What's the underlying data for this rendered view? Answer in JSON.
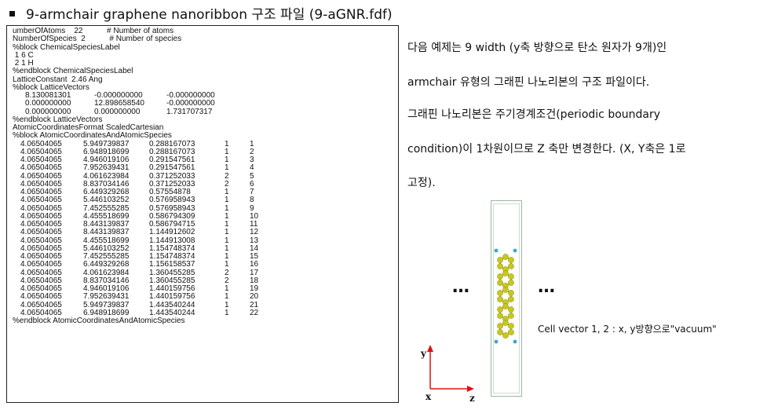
{
  "heading": "9-armchair graphene nanoribbon 구조 파일 (9-aGNR.fdf)",
  "fdf": {
    "header_lines": [
      "umberOfAtoms    22           # Number of atoms",
      "NumberOfSpecies  2           # Number of species",
      "%block ChemicalSpeciesLabel",
      " 1 6 C",
      " 2 1 H",
      "%endblock ChemicalSpeciesLabel",
      "LatticeConstant  2.46 Ang",
      "%block LatticeVectors"
    ],
    "lattice_vectors": [
      [
        "8.130081301",
        "-0.000000000",
        "-0.000000000"
      ],
      [
        "0.000000000",
        "12.898658540",
        "-0.000000000"
      ],
      [
        "0.000000000",
        "0.000000000",
        "1.731707317"
      ]
    ],
    "mid_lines": [
      "%endblock LatticeVectors",
      "AtomicCoordinatesFormat ScaledCartesian",
      "%block AtomicCoordinatesAndAtomicSpecies"
    ],
    "coords": [
      [
        "4.06504065",
        "5.949739837",
        "0.288167073",
        "1",
        "1"
      ],
      [
        "4.06504065",
        "6.948918699",
        "0.288167073",
        "1",
        "2"
      ],
      [
        "4.06504065",
        "4.946019106",
        "0.291547561",
        "1",
        "3"
      ],
      [
        "4.06504065",
        "7.952639431",
        "0.291547561",
        "1",
        "4"
      ],
      [
        "4.06504065",
        "4.061623984",
        "0.371252033",
        "2",
        "5"
      ],
      [
        "4.06504065",
        "8.837034146",
        "0.371252033",
        "2",
        "6"
      ],
      [
        "4.06504065",
        "6.449329268",
        "0.57554878",
        "1",
        "7"
      ],
      [
        "4.06504065",
        "5.446103252",
        "0.576958943",
        "1",
        "8"
      ],
      [
        "4.06504065",
        "7.452555285",
        "0.576958943",
        "1",
        "9"
      ],
      [
        "4.06504065",
        "4.455518699",
        "0.586794309",
        "1",
        "10"
      ],
      [
        "4.06504065",
        "8.443139837",
        "0.586794715",
        "1",
        "11"
      ],
      [
        "4.06504065",
        "8.443139837",
        "1.144912602",
        "1",
        "12"
      ],
      [
        "4.06504065",
        "4.455518699",
        "1.144913008",
        "1",
        "13"
      ],
      [
        "4.06504065",
        "5.446103252",
        "1.154748374",
        "1",
        "14"
      ],
      [
        "4.06504065",
        "7.452555285",
        "1.154748374",
        "1",
        "15"
      ],
      [
        "4.06504065",
        "6.449329268",
        "1.156158537",
        "1",
        "16"
      ],
      [
        "4.06504065",
        "4.061623984",
        "1.360455285",
        "2",
        "17"
      ],
      [
        "4.06504065",
        "8.837034146",
        "1.360455285",
        "2",
        "18"
      ],
      [
        "4.06504065",
        "4.946019106",
        "1.440159756",
        "1",
        "19"
      ],
      [
        "4.06504065",
        "7.952639431",
        "1.440159756",
        "1",
        "20"
      ],
      [
        "4.06504065",
        "5.949739837",
        "1.443540244",
        "1",
        "21"
      ],
      [
        "4.06504065",
        "6.948918699",
        "1.443540244",
        "1",
        "22"
      ]
    ],
    "end_line": "%endblock AtomicCoordinatesAndAtomicSpecies"
  },
  "description": {
    "line1": "다음 예제는 9 width (y축 방향으로 탄소 원자가 9개)인",
    "line2": "armchair 유형의 그래핀 나노리본의 구조 파일이다.",
    "line3": "그래핀  나노리본은  주기경계조건(periodic  boundary",
    "line4": "condition)이 1차원이므로 Z 축만 변경한다. (X, Y축은 1로",
    "line5": "고정)."
  },
  "figure": {
    "ellipsis_left": "…",
    "ellipsis_right": "…",
    "caption": "Cell vector 1, 2 : x, y방향으로\"vacuum\"",
    "axis_y": "y",
    "axis_x": "x",
    "axis_z": "z",
    "carbon_color": "#c8c81e",
    "hydrogen_color": "#3aa9c9",
    "axis_color": "#e01010"
  }
}
